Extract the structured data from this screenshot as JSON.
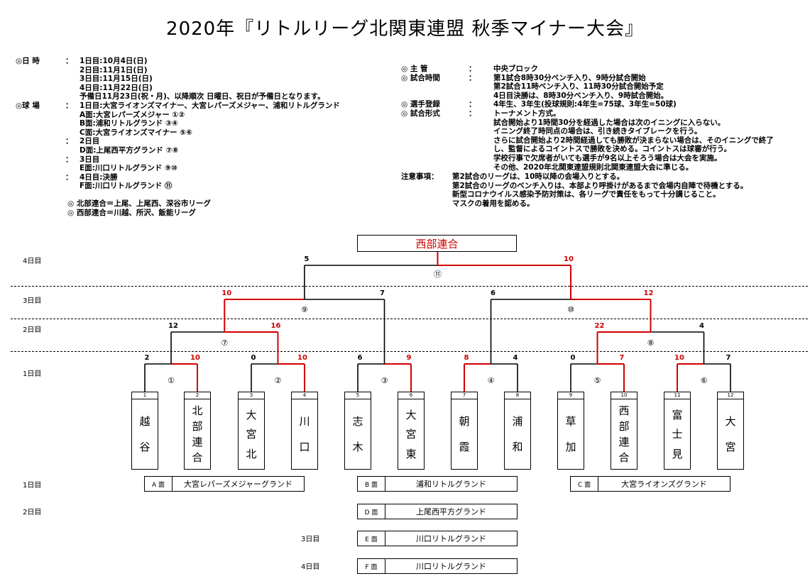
{
  "title": "2020年『リトルリーグ北関東連盟 秋季マイナー大会』",
  "left_info": [
    {
      "label": "◎日 時",
      "colon": "：",
      "text": "1日目:10月4日(日)"
    },
    {
      "label": "",
      "colon": "",
      "text": "2日目:11月1日(日)"
    },
    {
      "label": "",
      "colon": "",
      "text": "3日目:11月15日(日)"
    },
    {
      "label": "",
      "colon": "",
      "text": "4日目:11月22日(日)"
    },
    {
      "label": "",
      "colon": "",
      "text": "予備日11月23日(祝・月)、以降順次 日曜日、祝日が予備日となります。"
    },
    {
      "label": "◎球 場",
      "colon": "：",
      "text": "1日目:大宮ライオンズマイナー、大宮レパーズメジャー、浦和リトルグランド"
    },
    {
      "label": "",
      "colon": "",
      "text": "A面:大宮レパーズメジャー ①②"
    },
    {
      "label": "",
      "colon": "",
      "text": "B面:浦和リトルグランド ③④"
    },
    {
      "label": "",
      "colon": "",
      "text": "C面:大宮ライオンズマイナー ⑤⑥"
    },
    {
      "label": "",
      "colon": "：",
      "text": "2日目"
    },
    {
      "label": "",
      "colon": "",
      "text": "D面:上尾西平方グランド ⑦⑧"
    },
    {
      "label": "",
      "colon": "：",
      "text": "3日目"
    },
    {
      "label": "",
      "colon": "",
      "text": "E面:川口リトルグランド ⑨⑩"
    },
    {
      "label": "",
      "colon": "：",
      "text": "4日目:決勝"
    },
    {
      "label": "",
      "colon": "",
      "text": "F面:川口リトルグランド ⑪"
    }
  ],
  "union_info": [
    "◎ 北部連合＝上尾、上尾西、深谷市リーグ",
    "◎ 西部連合＝川越、所沢、飯能リーグ"
  ],
  "right_info": [
    {
      "label": "◎ 主 管",
      "colon": "：",
      "text": "中央ブロック"
    },
    {
      "label": "◎ 試合時間",
      "colon": "：",
      "text": "第1試合8時30分ベンチ入り、9時分試合開始"
    },
    {
      "label": "",
      "colon": "",
      "text": "第2試合11時ベンチ入り、11時30分試合開始予定"
    },
    {
      "label": "",
      "colon": "",
      "text": "4日目決勝は、8時30分ベンチ入り、9時試合開始。"
    },
    {
      "label": "◎ 選手登録",
      "colon": "：",
      "text": "4年生、3年生(投球規則:4年生=75球、3年生=50球)"
    },
    {
      "label": "◎ 試合形式",
      "colon": "：",
      "text": "トーナメント方式。"
    },
    {
      "label": "",
      "colon": "",
      "text": "試合開始より1時間30分を経過した場合は次のイニングに入らない。"
    },
    {
      "label": "",
      "colon": "",
      "text": "イニング終了時同点の場合は、引き続きタイブレークを行う。"
    },
    {
      "label": "",
      "colon": "",
      "text": "さらに試合開始より2時間経過しても勝敗が決まらない場合は、そのイニングで終了"
    },
    {
      "label": "",
      "colon": "",
      "text": "し、監督によるコイントスで勝敗を決める。コイントスは球審が行う。"
    },
    {
      "label": "",
      "colon": "",
      "text": "学校行事で欠席者がいても選手が9名以上そろう場合は大会を実施。"
    },
    {
      "label": "",
      "colon": "",
      "text": "その他、2020年北関東連盟規則北関東連盟大会に準じる。"
    }
  ],
  "notes": {
    "label": "注意事項：",
    "lines": [
      "第2試合のリーグは、10時以降の会場入りとする。",
      "第2試合のリーグのベンチ入りは、本部より呼掛けがあるまで会場内自陣で待機とする。",
      "新型コロナウイルス感染予防対策は、各リーグで責任をもって十分講じること。",
      "マスクの着用を認める。"
    ]
  },
  "days": {
    "d1": "1日目",
    "d2": "2日目",
    "d3": "3日目",
    "d4": "4日目"
  },
  "champion": "西部連合",
  "colors": {
    "winner": "#d00000",
    "loser": "#000000"
  },
  "teams": [
    {
      "no": "1",
      "name": [
        "越",
        "谷"
      ]
    },
    {
      "no": "2",
      "name": [
        "北",
        "部",
        "連",
        "合"
      ]
    },
    {
      "no": "3",
      "name": [
        "大",
        "宮",
        "北"
      ]
    },
    {
      "no": "4",
      "name": [
        "川",
        "口"
      ]
    },
    {
      "no": "5",
      "name": [
        "志",
        "木"
      ]
    },
    {
      "no": "6",
      "name": [
        "大",
        "宮",
        "東"
      ]
    },
    {
      "no": "7",
      "name": [
        "朝",
        "霞"
      ]
    },
    {
      "no": "8",
      "name": [
        "浦",
        "和"
      ]
    },
    {
      "no": "9",
      "name": [
        "草",
        "加"
      ]
    },
    {
      "no": "10",
      "name": [
        "西",
        "部",
        "連",
        "合"
      ]
    },
    {
      "no": "11",
      "name": [
        "富",
        "士",
        "見"
      ]
    },
    {
      "no": "12",
      "name": [
        "大",
        "宮"
      ]
    }
  ],
  "matches": [
    {
      "id": "①",
      "round": 1,
      "a": "1",
      "b": "2",
      "score_a": "2",
      "score_b": "10",
      "winner": "b"
    },
    {
      "id": "②",
      "round": 1,
      "a": "3",
      "b": "4",
      "score_a": "0",
      "score_b": "10",
      "winner": "b"
    },
    {
      "id": "③",
      "round": 1,
      "a": "5",
      "b": "6",
      "score_a": "6",
      "score_b": "9",
      "winner": "b"
    },
    {
      "id": "④",
      "round": 1,
      "a": "7",
      "b": "8",
      "score_a": "8",
      "score_b": "4",
      "winner": "a"
    },
    {
      "id": "⑤",
      "round": 1,
      "a": "9",
      "b": "10",
      "score_a": "0",
      "score_b": "7",
      "winner": "b"
    },
    {
      "id": "⑥",
      "round": 1,
      "a": "11",
      "b": "12",
      "score_a": "10",
      "score_b": "7",
      "winner": "a"
    },
    {
      "id": "⑦",
      "round": 2,
      "a": "①",
      "b": "②",
      "score_a": "12",
      "score_b": "16",
      "winner": "b"
    },
    {
      "id": "⑧",
      "round": 2,
      "a": "⑤",
      "b": "⑥",
      "score_a": "22",
      "score_b": "4",
      "winner": "a"
    },
    {
      "id": "⑨",
      "round": 3,
      "a": "⑦",
      "b": "③",
      "score_a": "10",
      "score_b": "7",
      "winner": "a"
    },
    {
      "id": "⑩",
      "round": 3,
      "a": "④",
      "b": "⑧",
      "score_a": "6",
      "score_b": "12",
      "winner": "b"
    },
    {
      "id": "⑪",
      "round": 4,
      "a": "⑨",
      "b": "⑩",
      "score_a": "5",
      "score_b": "10",
      "winner": "b"
    }
  ],
  "venues": [
    {
      "label": "A 面",
      "name": "大宮レパーズメジャーグランド",
      "day": "d1"
    },
    {
      "label": "B 面",
      "name": "浦和リトルグランド",
      "day": "d1"
    },
    {
      "label": "C 面",
      "name": "大宮ライオンズグランド",
      "day": "d1"
    },
    {
      "label": "D 面",
      "name": "上尾西平方グランド",
      "day": "d2"
    },
    {
      "label": "E 面",
      "name": "川口リトルグランド",
      "day": "d3"
    },
    {
      "label": "F 面",
      "name": "川口リトルグランド",
      "day": "d4"
    }
  ]
}
